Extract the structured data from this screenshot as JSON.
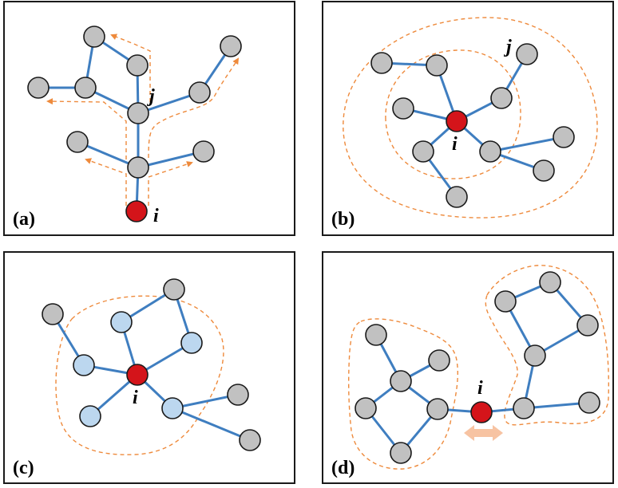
{
  "panels": {
    "a": {
      "label": "(a)",
      "node_i": "i",
      "node_j": "j"
    },
    "b": {
      "label": "(b)",
      "node_i": "i",
      "node_j": "j"
    },
    "c": {
      "label": "(c)",
      "node_i": "i"
    },
    "d": {
      "label": "(d)",
      "node_i": "i"
    }
  },
  "colors": {
    "node_default": "#c1c1c1",
    "node_focus": "#d4141a",
    "node_neighbor": "#bcd7ef",
    "edge": "#3f7ec0",
    "dashed_boundary": "#ee8a3c",
    "double_arrow": "#f7c3a2"
  }
}
